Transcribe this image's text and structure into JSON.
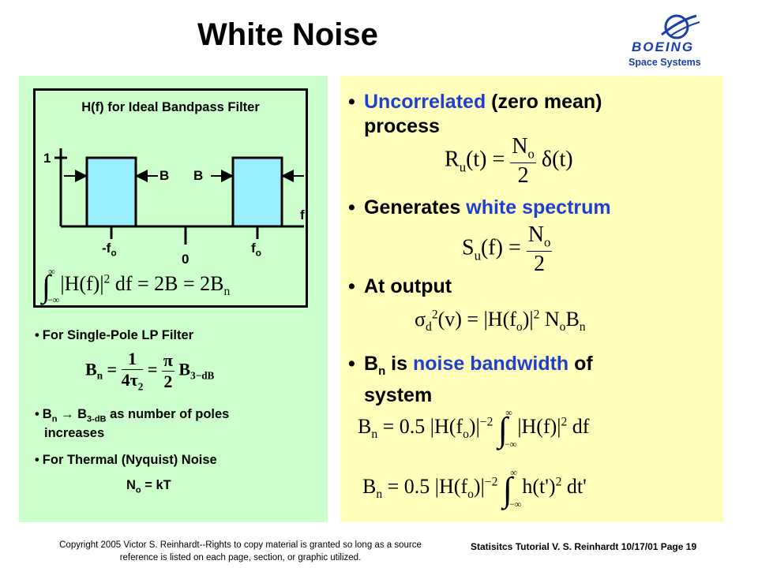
{
  "slide": {
    "title": "White Noise",
    "logo": {
      "wordmark": "BOEING",
      "subtitle": "Space Systems",
      "icon": "boeing-logo-icon"
    }
  },
  "filter_diagram": {
    "title": "H(f) for Ideal Bandpass Filter",
    "y_tick": "1",
    "axis_f": "f",
    "label_neg_fo": "-f",
    "label_fo": "f",
    "sub_o": "o",
    "label_zero": "0",
    "label_b_left": "B",
    "label_b_right": "B",
    "bar_color": "#99eeff"
  },
  "left_bullets": {
    "b1": "For Single-Pole LP Filter",
    "b2_pre": "B",
    "b2_sub_n": "n",
    "b2_arrow": "→",
    "b2_b": "B",
    "b2_sub_3db": "3-dB",
    "b2_rest": " as number of poles",
    "b2_line2": "increases",
    "b3": "For Thermal (Nyquist) Noise",
    "b4_pre": "N",
    "b4_sub": "o",
    "b4_rest": " = kT"
  },
  "right_bullets": {
    "r1_blue": "Uncorrelated",
    "r1_rest": " (zero mean)",
    "r1_line2": "process",
    "r2_pre": "Generates ",
    "r2_blue": "white spectrum",
    "r3": "At output",
    "r4_b": "B",
    "r4_sub": "n",
    "r4_mid": " is ",
    "r4_blue": "noise bandwidth",
    "r4_rest": " of",
    "r4_line2": "system"
  },
  "colors": {
    "left_panel": "#ccffcc",
    "right_panel": "#ffffbb",
    "accent_blue": "#1f3fd0"
  },
  "footer": {
    "copyright_line1": "Copyright 2005 Victor S. Reinhardt--Rights to copy material is granted so long as a source",
    "copyright_line2": "reference is listed on each page, section, or graphic utilized.",
    "tutorial": "Statisitcs Tutorial V. S. Reinhardt 10/17/01 Page 19"
  }
}
